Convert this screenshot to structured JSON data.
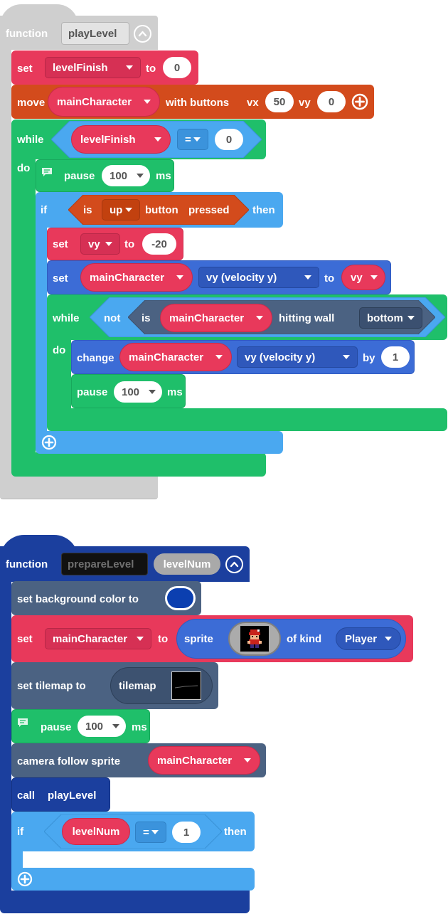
{
  "func1": {
    "keyword": "function",
    "name": "playLevel",
    "set1": {
      "kw": "set",
      "var": "levelFinish",
      "to": "to",
      "value": "0"
    },
    "move": {
      "kw": "move",
      "sprite": "mainCharacter",
      "with": "with buttons",
      "vx_label": "vx",
      "vx": "50",
      "vy_label": "vy",
      "vy": "0"
    },
    "while1": {
      "kw": "while",
      "var": "levelFinish",
      "op": "=",
      "value": "0",
      "do": "do"
    },
    "pause1": {
      "kw": "pause",
      "value": "100",
      "unit": "ms"
    },
    "if1": {
      "kw": "if",
      "is": "is",
      "button": "up",
      "button_label": "button",
      "pressed": "pressed",
      "then": "then"
    },
    "set_vy": {
      "kw": "set",
      "var": "vy",
      "to": "to",
      "value": "-20"
    },
    "set_prop": {
      "kw": "set",
      "sprite": "mainCharacter",
      "prop": "vy (velocity y)",
      "to": "to",
      "var": "vy"
    },
    "while2": {
      "kw": "while",
      "not": "not",
      "is": "is",
      "sprite": "mainCharacter",
      "hitting": "hitting wall",
      "dir": "bottom",
      "do": "do"
    },
    "change": {
      "kw": "change",
      "sprite": "mainCharacter",
      "prop": "vy (velocity y)",
      "by": "by",
      "value": "1"
    },
    "pause2": {
      "kw": "pause",
      "value": "100",
      "unit": "ms"
    }
  },
  "func2": {
    "keyword": "function",
    "name": "prepareLevel",
    "param": "levelNum",
    "bg": {
      "label": "set background color to",
      "color": "#0b3fb0"
    },
    "set_sprite": {
      "kw": "set",
      "var": "mainCharacter",
      "to": "to",
      "sprite": "sprite",
      "ofkind": "of kind",
      "kind": "Player"
    },
    "tilemap": {
      "label": "set tilemap to",
      "value": "tilemap"
    },
    "pause": {
      "kw": "pause",
      "value": "100",
      "unit": "ms"
    },
    "camera": {
      "label": "camera follow sprite",
      "sprite": "mainCharacter"
    },
    "call": {
      "kw": "call",
      "name": "playLevel"
    },
    "if": {
      "kw": "if",
      "var": "levelNum",
      "op": "=",
      "value": "1",
      "then": "then"
    }
  },
  "colors": {
    "function_bg": "#cfcfcf",
    "function2_bg": "#1b3f9e",
    "variables": "#e8395b",
    "controller": "#d34b1c",
    "loops": "#1fbf6a",
    "logic": "#4aa8f0",
    "sprites": "#4b6282"
  }
}
